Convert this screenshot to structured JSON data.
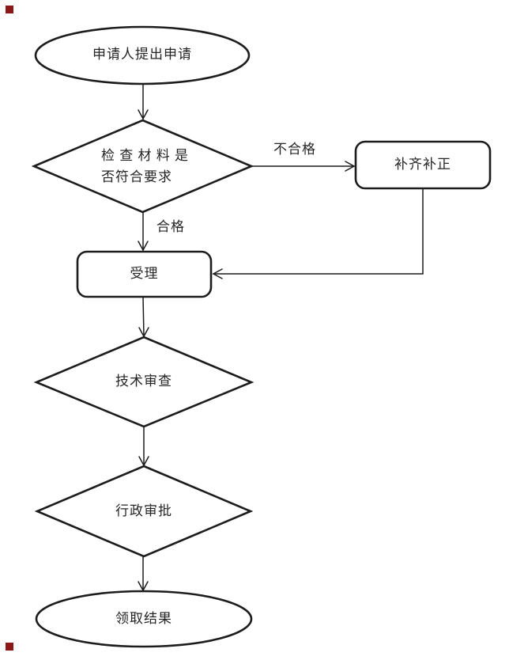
{
  "page": {
    "background": "#ffffff",
    "line_color": "#1c1c1c",
    "text_color": "#252525",
    "corner_marker_color": "#8b1717"
  },
  "flowchart": {
    "nodes": {
      "start": {
        "type": "ellipse",
        "label": "申请人提出申请"
      },
      "check": {
        "type": "diamond",
        "label": "检查材料是否符合要求",
        "line1": "检 查 材 料 是",
        "line2": "否符合要求"
      },
      "supplement": {
        "type": "rounded-rect",
        "label": "补齐补正"
      },
      "accept": {
        "type": "rounded-rect",
        "label": "受理"
      },
      "technical": {
        "type": "diamond",
        "label": "技术审查"
      },
      "administrative": {
        "type": "diamond",
        "label": "行政审批"
      },
      "end": {
        "type": "ellipse",
        "label": "领取结果"
      }
    },
    "edge_labels": {
      "fail": "不合格",
      "pass": "合格"
    }
  }
}
